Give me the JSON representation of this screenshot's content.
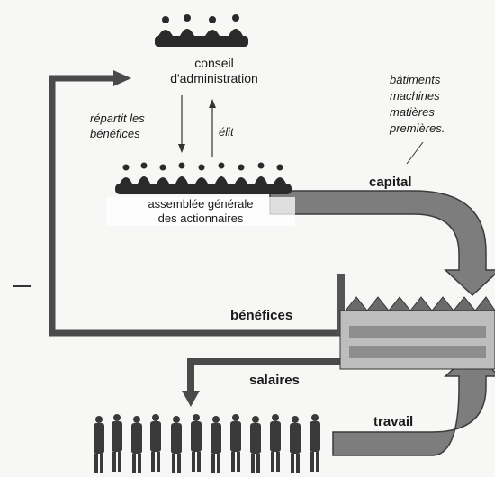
{
  "board": {
    "line1": "conseil",
    "line2": "d'administration"
  },
  "assembly": {
    "line1": "assemblée générale",
    "line2": "des actionnaires"
  },
  "distribute": {
    "line1": "répartit les",
    "line2": "bénéfices"
  },
  "elects": "élit",
  "capital_items": [
    "bâtiments",
    "machines",
    "matières",
    "premières."
  ],
  "flows": {
    "capital": "capital",
    "benefits": "bénéfices",
    "wages": "salaires",
    "work": "travail"
  },
  "colors": {
    "arrow_fill": "#7d7d7d",
    "arrow_dark": "#3c3c3c",
    "ink": "#1a1a1a",
    "paper": "#f7f7f5",
    "factory": "#bdbdbd"
  }
}
